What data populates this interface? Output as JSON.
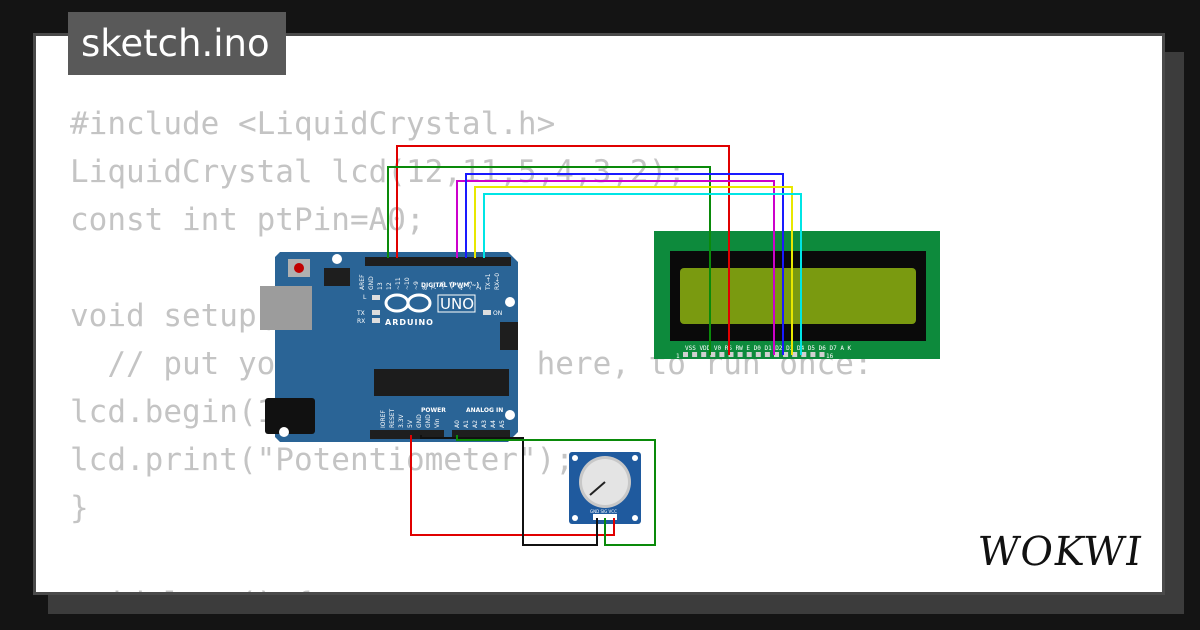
{
  "title": "sketch.ino",
  "brand": "WOKWI",
  "code_lines": [
    "#include <LiquidCrystal.h>",
    "LiquidCrystal lcd(12,11,5,4,3,2);",
    "const int ptPin=A0;",
    "",
    "void setup() {",
    "  // put your setup code here, to run once:",
    "lcd.begin(16, 2);",
    "lcd.print(\"Potentiometer\");",
    "}",
    "",
    "void loop() {"
  ],
  "arduino": {
    "model": "UNO",
    "brand": "ARDUINO",
    "digital_header": "DIGITAL (PWM ~)",
    "power_header": "POWER",
    "analog_header": "ANALOG IN",
    "on_label": "ON",
    "l_label": "L",
    "tx_label": "TX",
    "rx_label": "RX",
    "digital_pins": [
      "AREF",
      "GND",
      "13",
      "12",
      "~11",
      "~10",
      "~9",
      "8",
      "7",
      "~6",
      "~5",
      "4",
      "~3",
      "2",
      "TX→1",
      "RX←0"
    ],
    "power_pins": [
      "IOREF",
      "RESET",
      "3.3V",
      "5V",
      "GND",
      "GND",
      "Vin"
    ],
    "analog_pins": [
      "A0",
      "A1",
      "A2",
      "A3",
      "A4",
      "A5"
    ]
  },
  "lcd": {
    "pin_labels": "VSS VDD V0 RS RW E D0 D1 D2 D3 D4 D5 D6 D7 A K",
    "pin_first": "1",
    "pin_last": "16"
  },
  "potentiometer": {
    "pin_labels": "GND SIG VCC"
  },
  "colors": {
    "red": "#e00000",
    "green": "#0a8a0a",
    "magenta": "#cc00cc",
    "blue": "#1a1aff",
    "yellow": "#e8e800",
    "cyan": "#00e5e5",
    "black": "#111111",
    "board": "#2a6496",
    "lcd_frame": "#0d8a3c",
    "lcd_screen": "#7a9a10"
  }
}
